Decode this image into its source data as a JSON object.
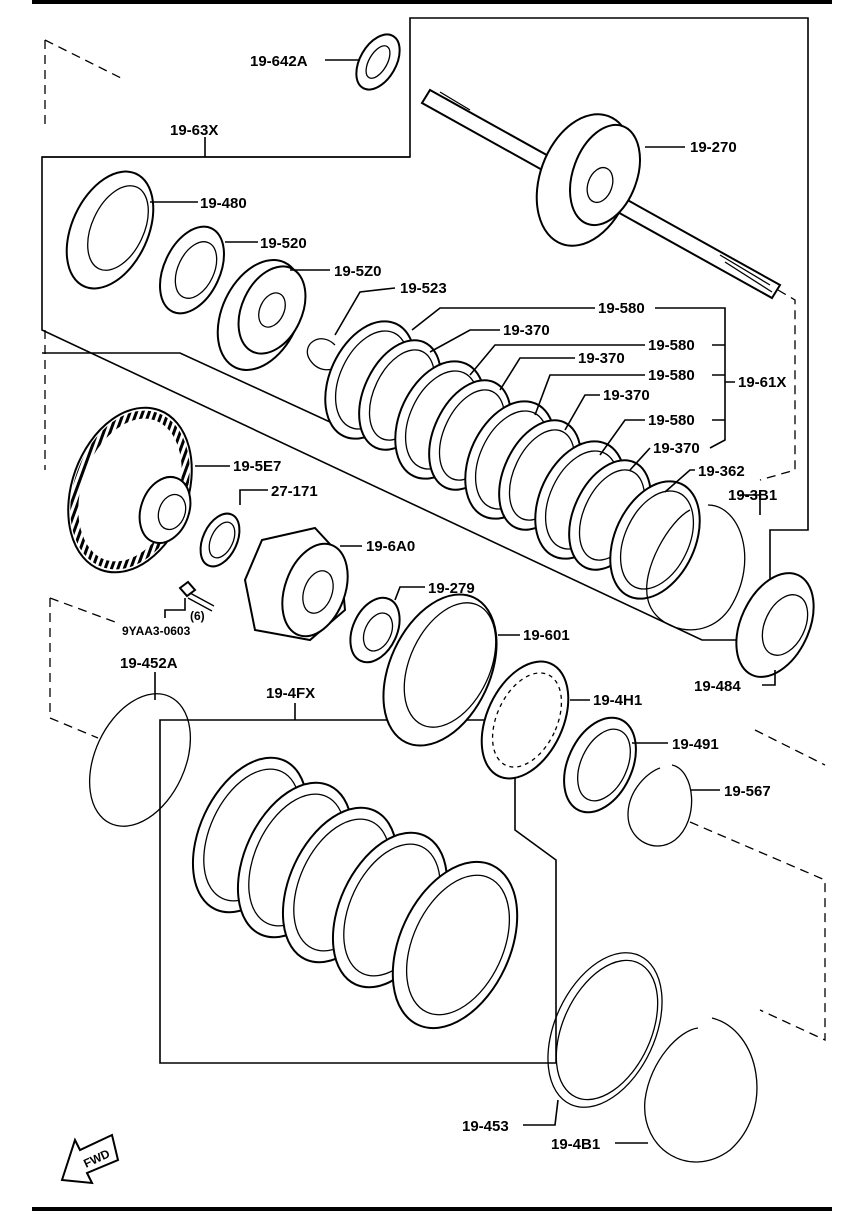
{
  "labels": {
    "l_19_642A": "19-642A",
    "l_19_63X": "19-63X",
    "l_19_270": "19-270",
    "l_19_480": "19-480",
    "l_19_520": "19-520",
    "l_19_5Z0": "19-5Z0",
    "l_19_523": "19-523",
    "l_19_580_a": "19-580",
    "l_19_370_a": "19-370",
    "l_19_580_b": "19-580",
    "l_19_370_b": "19-370",
    "l_19_580_c": "19-580",
    "l_19_61X": "19-61X",
    "l_19_370_c": "19-370",
    "l_19_580_d": "19-580",
    "l_19_370_d": "19-370",
    "l_19_362": "19-362",
    "l_19_5E7": "19-5E7",
    "l_27_171": "27-171",
    "l_19_3B1": "19-3B1",
    "l_19_6A0": "19-6A0",
    "l_19_279": "19-279",
    "l_qty": "(6)",
    "l_9YAA3": "9YAA3-0603",
    "l_19_601": "19-601",
    "l_19_452A": "19-452A",
    "l_19_484": "19-484",
    "l_19_4FX": "19-4FX",
    "l_19_4H1": "19-4H1",
    "l_19_491": "19-491",
    "l_19_567": "19-567",
    "l_19_453": "19-453",
    "l_19_4B1": "19-4B1",
    "fwd": "FWD"
  }
}
